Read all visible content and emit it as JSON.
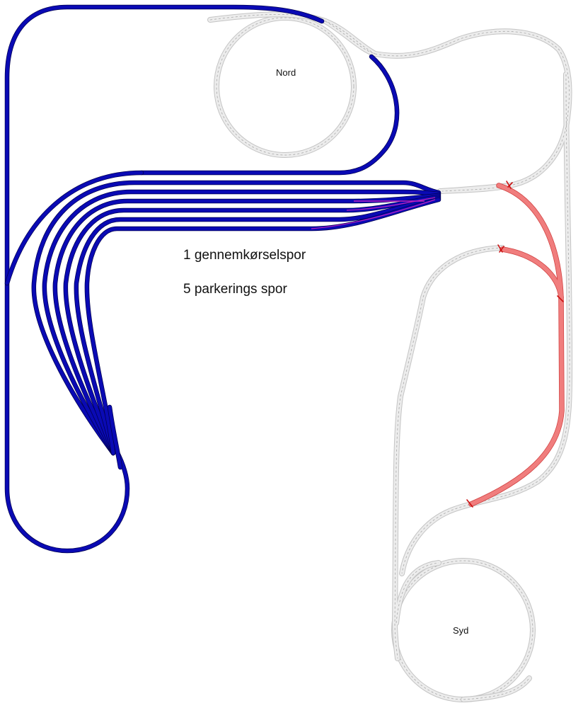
{
  "labels": {
    "north_station": "Nord",
    "south_station": "Syd",
    "note_through": "1 gennemkørselspor",
    "note_parking": "5 parkerings spor"
  },
  "colors": {
    "hidden_track": "#0a0ab4",
    "visible_track": "#e6e6e6",
    "connection_track": "#f07d7d",
    "marker": "#cc1111"
  }
}
